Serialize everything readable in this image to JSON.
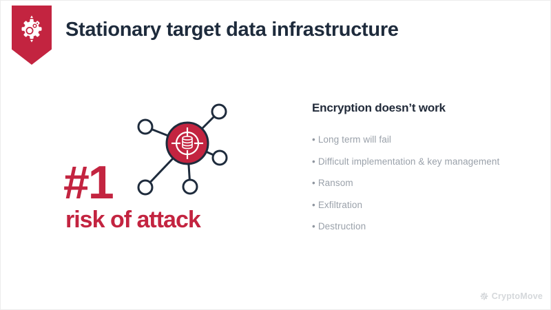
{
  "slide": {
    "title": "Stationary target data infrastructure",
    "badge_icon": "gear-icon",
    "stat": {
      "number": "#1",
      "label": "risk of attack"
    },
    "hub_icon": "targeted-database-network-icon",
    "panel": {
      "heading": "Encryption doesn’t work",
      "bullet_char": "•",
      "bullets": [
        "Long term will fail",
        "Difficult implementation & key management",
        "Ransom",
        "Exfiltration",
        "Destruction"
      ]
    },
    "footer": {
      "brand": "CryptoMove",
      "brand_icon": "gear-icon"
    },
    "colors": {
      "accent_red": "#C32440",
      "navy": "#1E2B3C",
      "bullet_gray": "#9AA1AA",
      "logo_gray": "#D5D8DB"
    }
  }
}
